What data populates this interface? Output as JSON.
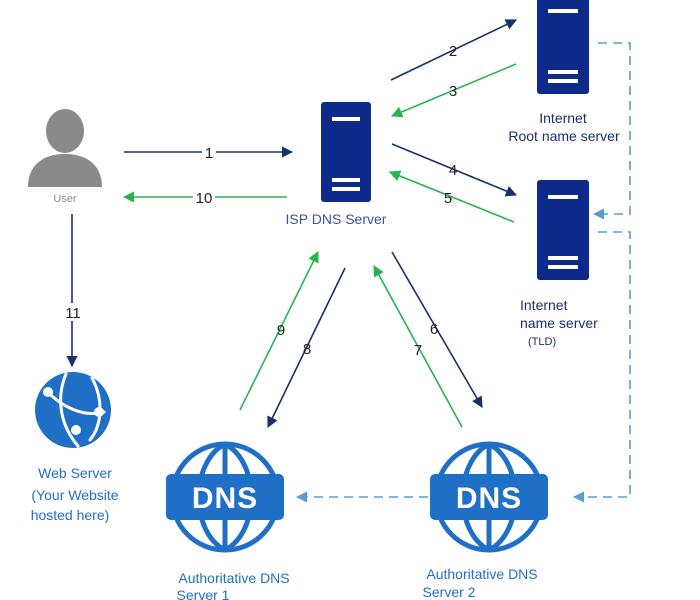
{
  "colors": {
    "navy": "#1b2f6b",
    "green": "#27b34e",
    "blue": "#1f6fc7",
    "server_body": "#0d2a8a",
    "dashed": "#5b9bd5",
    "user_gray": "#8a8a8a"
  },
  "nodes": {
    "user": {
      "label": "User",
      "icon": "user-icon"
    },
    "isp": {
      "label": "ISP DNS Server",
      "icon": "server-icon"
    },
    "root": {
      "label_line1": "Internet",
      "label_line2": "Root name server",
      "icon": "server-icon"
    },
    "tld": {
      "label_line1": "Internet",
      "label_line2": "name server",
      "label_line3": "(TLD)",
      "icon": "server-icon"
    },
    "web": {
      "label_line1": "Web Server",
      "label_line2": "(Your Website",
      "label_line3": "hosted here)",
      "icon": "globe-network-icon"
    },
    "auth1": {
      "text": "DNS",
      "label_line1": "Authoritative DNS",
      "label_line2": "Server 1",
      "icon": "dns-globe-icon"
    },
    "auth2": {
      "text": "DNS",
      "label_line1": "Authoritative DNS",
      "label_line2": "Server 2",
      "icon": "dns-globe-icon"
    }
  },
  "steps": [
    {
      "n": "1",
      "color": "navy"
    },
    {
      "n": "2",
      "color": "navy"
    },
    {
      "n": "3",
      "color": "green"
    },
    {
      "n": "4",
      "color": "navy"
    },
    {
      "n": "5",
      "color": "green"
    },
    {
      "n": "6",
      "color": "navy"
    },
    {
      "n": "7",
      "color": "green"
    },
    {
      "n": "8",
      "color": "navy"
    },
    {
      "n": "9",
      "color": "green"
    },
    {
      "n": "10",
      "color": "green"
    },
    {
      "n": "11",
      "color": "navy"
    }
  ]
}
